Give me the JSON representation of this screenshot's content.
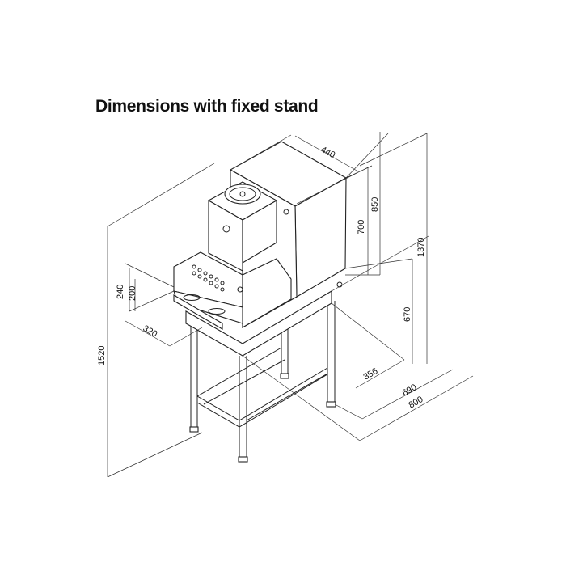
{
  "title": "Dimensions with fixed stand",
  "dimensions": {
    "width_top": "440",
    "height_850": "850",
    "height_700": "700",
    "height_1370": "1370",
    "height_670": "670",
    "depth_356": "356",
    "depth_690": "690",
    "depth_800": "800",
    "height_1520": "1520",
    "height_240": "240",
    "height_200": "200",
    "width_320": "320"
  }
}
